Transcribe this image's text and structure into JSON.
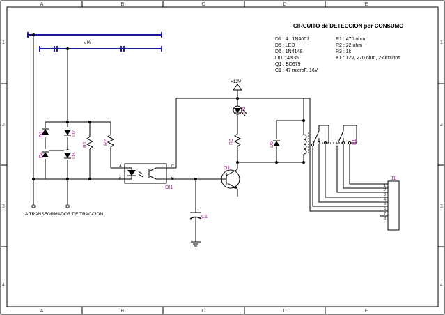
{
  "title": "CIRCUITO de DETECCION por CONSUMO",
  "components_list": {
    "left": [
      "D1...4 : 1N4001",
      "D5 : LED",
      "D6 : 1N4148",
      "OI1 : 4N35",
      "Q1 : BD679",
      "C1 : 47 microF, 16V"
    ],
    "right": [
      "R1 : 470 ohm",
      "R2 : 22 ohm",
      "R3 : 1k",
      "K1 : 12V, 270 ohm, 2 circuitos"
    ]
  },
  "labels": {
    "via": "VIA",
    "transformer": "A TRANSFORMADOR DE TRACCION",
    "supply": "+12V"
  },
  "refs": {
    "d1": "D1",
    "d2": "D2",
    "d3": "D3",
    "d4": "D4",
    "d5": "D5",
    "d6": "D6",
    "r1": "R1",
    "r2": "R2",
    "r3": "R3",
    "c1": "C1",
    "q1": "Q1",
    "oi1": "OI1",
    "k1": "K1",
    "j1": "J1"
  },
  "pins": {
    "opto_a": "A",
    "opto_k": "K",
    "opto_c": "C",
    "opto_e": "E",
    "cap_plus": "+",
    "j1": [
      "1",
      "2",
      "3",
      "4",
      "5",
      "6",
      "7",
      "8"
    ]
  },
  "zones": {
    "columns": [
      "A",
      "B",
      "C",
      "D",
      "E"
    ],
    "rows": [
      "1",
      "2",
      "3",
      "4"
    ]
  },
  "colors": {
    "rail": "#1a1aa0",
    "designator": "#b0149a",
    "ink": "#000000"
  }
}
